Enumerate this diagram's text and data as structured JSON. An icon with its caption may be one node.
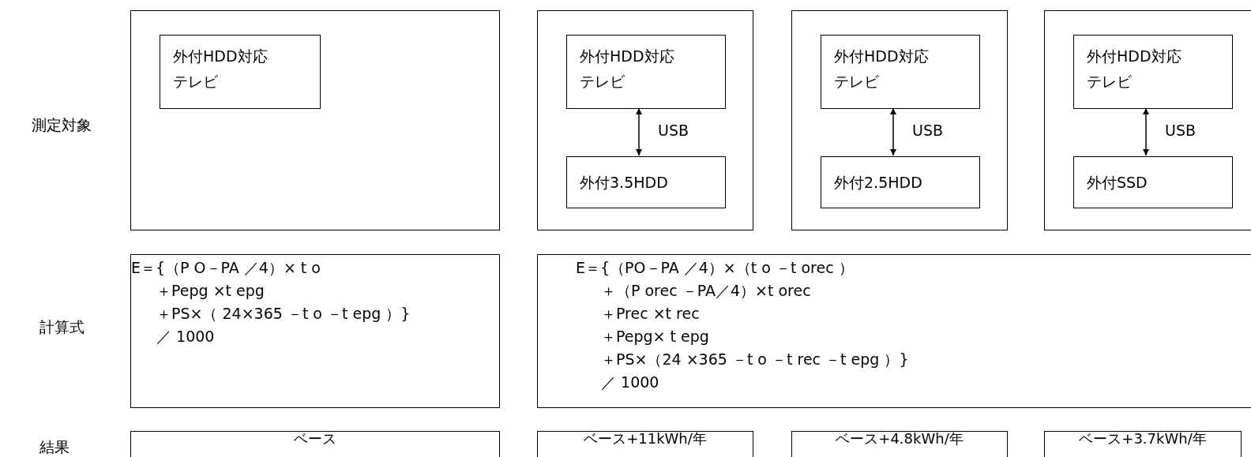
{
  "diagram": {
    "nodes": [
      {
        "text": [],
        "shape": "box"
      },
      {
        "text": [
          "外付HDD対応テレビ"
        ],
        "in": 0
      },
      {
        "text": [],
        "shape": "box"
      },
      {
        "text": [
          "外付HDD対応テレビ"
        ],
        "in": 2
      },
      {
        "text": [
          "外付3.5HDD"
        ],
        "in": 2
      },
      {
        "text": [],
        "shape": "box"
      },
      {
        "text": [
          "外付HDD対応テレビ"
        ],
        "in": 5
      },
      {
        "text": [
          "外付2.5HDD"
        ],
        "in": 5
      },
      {
        "text": [],
        "shape": "box"
      },
      {
        "text": [
          "外付HDD対応テレビ"
        ],
        "in": 8
      },
      {
        "text": [
          "外付SSD"
        ],
        "in": 8
      },
      {
        "text": [
          "E＝{（P O－PA ／4）× t o",
          "＋Pepg ×t epg",
          "＋PS×（ 24×365 －t o －t epg ）}",
          "／ 1000"
        ]
      },
      {
        "text": [
          "E＝{（PO－PA ／4）×（t o －t orec ）",
          "＋（P orec －PA／4）×t orec",
          "＋Prec ×t rec",
          "＋Pepg× t epg",
          "＋PS×（24 ×365 －t o －t rec －t epg ）}",
          "／ 1000"
        ]
      },
      {
        "text": [
          "ベース"
        ]
      },
      {
        "text": [
          "ベース+11kWh/年"
        ]
      },
      {
        "text": [
          "ベース+4.8kWh/年"
        ]
      },
      {
        "text": [
          "ベース+3.7kWh/年"
        ]
      }
    ],
    "edges": [
      {
        "from": 3,
        "to": 4,
        "arrow": "both",
        "label": "USB"
      },
      {
        "from": 6,
        "to": 7,
        "arrow": "both",
        "label": "USB"
      },
      {
        "from": 9,
        "to": 10,
        "arrow": "both",
        "label": "USB"
      }
    ],
    "labels": [
      "測定対象",
      "計算式",
      "結果"
    ]
  }
}
